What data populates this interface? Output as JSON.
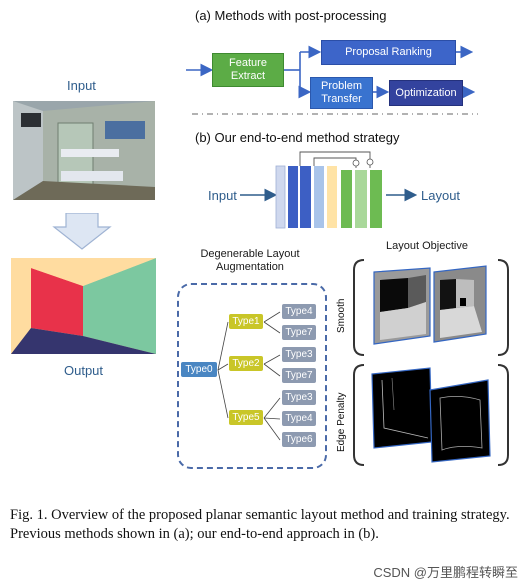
{
  "section_a": {
    "title": "(a) Methods with post-processing",
    "feature_extract": "Feature\nExtract",
    "proposal_ranking": "Proposal Ranking",
    "problem_transfer": "Problem\nTransfer",
    "optimization": "Optimization"
  },
  "section_b": {
    "title": "(b) Our end-to-end method strategy",
    "input_label": "Input",
    "layout_label": "Layout"
  },
  "left_panel": {
    "input_label": "Input",
    "output_label": "Output"
  },
  "augmentation": {
    "title": "Degenerable Layout\nAugmentation",
    "root": "Type0",
    "children": [
      {
        "label": "Type1",
        "leaves": [
          "Type4",
          "Type7"
        ]
      },
      {
        "label": "Type2",
        "leaves": [
          "Type3",
          "Type7"
        ]
      },
      {
        "label": "Type5",
        "leaves": [
          "Type3",
          "Type4",
          "Type6"
        ]
      }
    ]
  },
  "objective": {
    "title": "Layout Objective",
    "smooth_label": "Smooth",
    "edge_label": "Edge Penalty"
  },
  "caption": {
    "text": "Fig. 1.  Overview of the proposed planar semantic layout method and training strategy. Previous methods shown in (a); our end-to-end approach in (b)."
  },
  "watermark": "CSDN @万里鹏程转瞬至",
  "colors": {
    "ceiling": "#ffdca0",
    "left_wall": "#e8324a",
    "right_wall": "#7cc8a0",
    "floor": "#35356e",
    "accent_blue": "#3d65c9",
    "accent_green": "#5cac46"
  }
}
